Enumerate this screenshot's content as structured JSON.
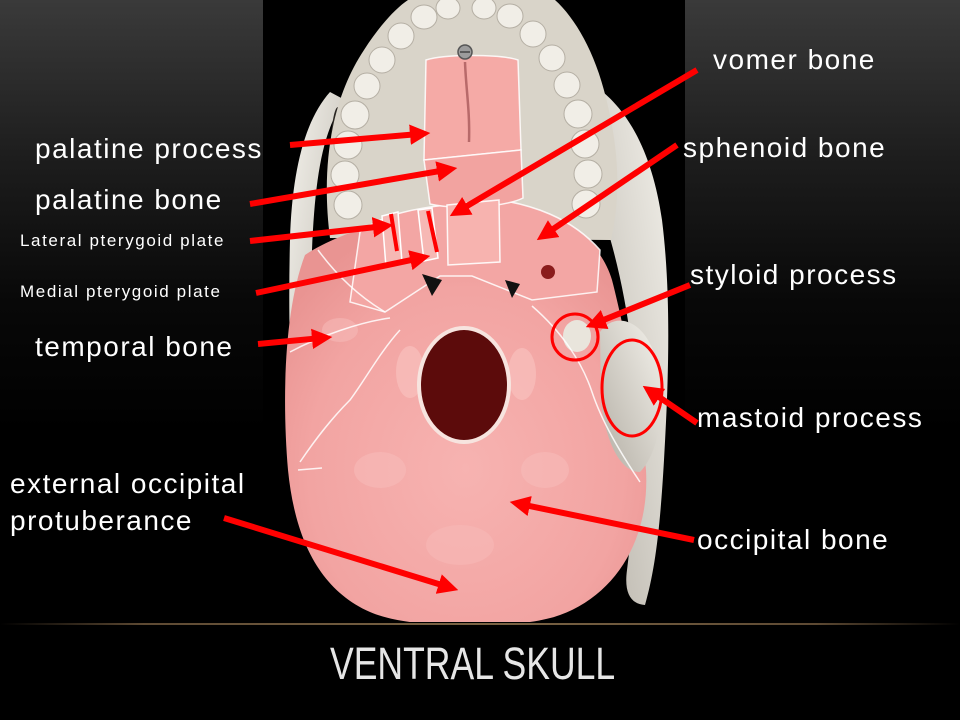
{
  "title": "VENTRAL SKULL",
  "labels": {
    "vomer_bone": "vomer bone",
    "palatine_process": "palatine process",
    "sphenoid_bone": "sphenoid bone",
    "palatine_bone": "palatine bone",
    "lateral_pterygoid_plate": "Lateral pterygoid plate",
    "styloid_process": "styloid process",
    "medial_pterygoid_plate": "Medial pterygoid plate",
    "temporal_bone": "temporal bone",
    "mastoid_process": "mastoid process",
    "external_occipital_protuberance": {
      "line1": "external occipital",
      "line2": "protuberance"
    },
    "occipital_bone": "occipital bone"
  },
  "colors": {
    "background": "#000000",
    "annotation": "#ff0000",
    "label_text": "#ffffff",
    "title_text": "#e6e6e6"
  }
}
